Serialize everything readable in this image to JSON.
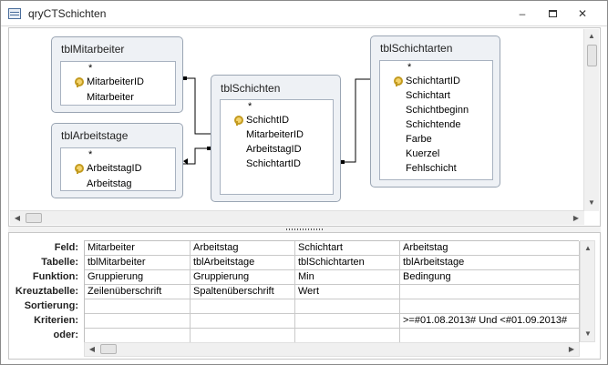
{
  "window": {
    "title": "qryCTSchichten",
    "minimize": "–",
    "close": "✕"
  },
  "tables": {
    "mitarbeiter": {
      "name": "tblMitarbeiter",
      "fields": [
        "*",
        "MitarbeiterID",
        "Mitarbeiter"
      ],
      "key": "MitarbeiterID"
    },
    "arbeitstage": {
      "name": "tblArbeitstage",
      "fields": [
        "*",
        "ArbeitstagID",
        "Arbeitstag"
      ],
      "key": "ArbeitstagID"
    },
    "schichten": {
      "name": "tblSchichten",
      "fields": [
        "*",
        "SchichtID",
        "MitarbeiterID",
        "ArbeitstagID",
        "SchichtartID"
      ],
      "key": "SchichtID"
    },
    "schichtarten": {
      "name": "tblSchichtarten",
      "fields": [
        "*",
        "SchichtartID",
        "Schichtart",
        "Schichtbeginn",
        "Schichtende",
        "Farbe",
        "Kuerzel",
        "Fehlschicht"
      ],
      "key": "SchichtartID"
    }
  },
  "grid": {
    "row_labels": [
      "Feld:",
      "Tabelle:",
      "Funktion:",
      "Kreuztabelle:",
      "Sortierung:",
      "Kriterien:",
      "oder:"
    ],
    "columns": [
      {
        "Feld": "Mitarbeiter",
        "Tabelle": "tblMitarbeiter",
        "Funktion": "Gruppierung",
        "Kreuztabelle": "Zeilenüberschrift",
        "Sortierung": "",
        "Kriterien": "",
        "oder": ""
      },
      {
        "Feld": "Arbeitstag",
        "Tabelle": "tblArbeitstage",
        "Funktion": "Gruppierung",
        "Kreuztabelle": "Spaltenüberschrift",
        "Sortierung": "",
        "Kriterien": "",
        "oder": ""
      },
      {
        "Feld": "Schichtart",
        "Tabelle": "tblSchichtarten",
        "Funktion": "Min",
        "Kreuztabelle": "Wert",
        "Sortierung": "",
        "Kriterien": "",
        "oder": ""
      },
      {
        "Feld": "Arbeitstag",
        "Tabelle": "tblArbeitstage",
        "Funktion": "Bedingung",
        "Kreuztabelle": "",
        "Sortierung": "",
        "Kriterien": ">=#01.08.2013# Und <#01.09.2013#",
        "oder": ""
      }
    ]
  },
  "icons": {
    "scroll_up": "up-arrow",
    "scroll_down": "down-arrow",
    "scroll_left": "left-arrow",
    "scroll_right": "right-arrow"
  },
  "colors": {
    "table_border": "#9aa5b3",
    "table_bg": "#eef1f5",
    "key_gold": "#c39b20"
  }
}
